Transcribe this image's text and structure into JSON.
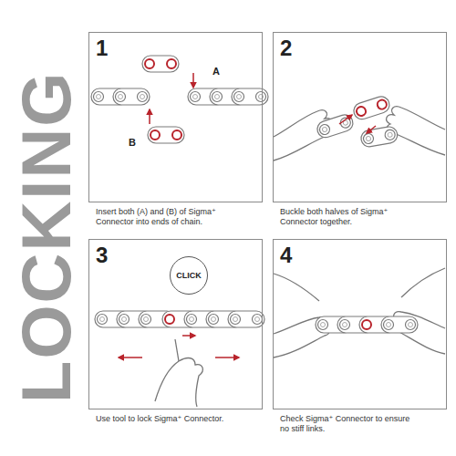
{
  "diagram": {
    "title": "LOCKING",
    "nodes": [
      {
        "text": [
          "1",
          "Insert both (A) and (B) of Sigma⁺ Connector into ends of chain."
        ]
      },
      {
        "text": [
          "2",
          "Buckle both halves of Sigma⁺ Connector together."
        ]
      },
      {
        "text": [
          "3",
          "Use tool to lock Sigma⁺ Connector."
        ]
      },
      {
        "text": [
          "CLICK"
        ],
        "in": 2
      },
      {
        "text": [
          "4",
          "Check Sigma⁺ Connector to ensure no stiff links."
        ]
      }
    ],
    "labels": [
      "A",
      "B"
    ]
  }
}
